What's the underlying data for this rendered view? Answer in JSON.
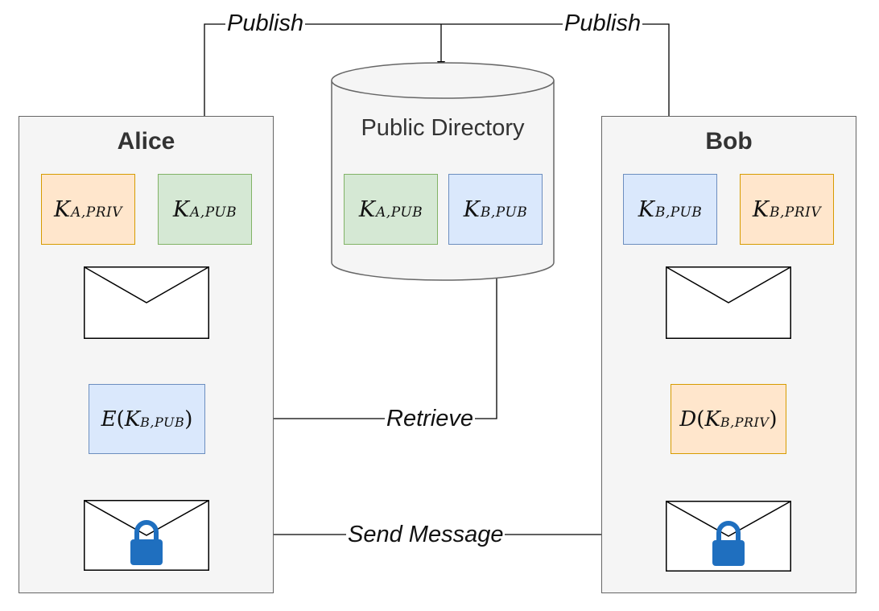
{
  "panels": {
    "alice": {
      "title": "Alice"
    },
    "bob": {
      "title": "Bob"
    }
  },
  "directory": {
    "label": "Public Directory"
  },
  "keys": {
    "k": "K",
    "alice_priv_sub": "A,PRIV",
    "alice_pub_sub": "A,PUB",
    "bob_pub_sub": "B,PUB",
    "bob_priv_sub": "B,PRIV"
  },
  "operations": {
    "encrypt_fn": "E",
    "encrypt_key": "K",
    "encrypt_sub": "B,PUB",
    "decrypt_fn": "D",
    "decrypt_key": "K",
    "decrypt_sub": "B,PRIV"
  },
  "edges": {
    "publish_left": "Publish",
    "publish_right": "Publish",
    "retrieve": "Retrieve",
    "send": "Send Message"
  },
  "icons": {
    "plain_message": "envelope-icon",
    "locked_message": "lock-icon"
  },
  "colors": {
    "private_key_fill": "#ffe6cc",
    "alice_public_key_fill": "#d5e8d4",
    "bob_public_key_fill": "#dae8fc",
    "panel_fill": "#f5f5f5",
    "lock": "#1f6fbf"
  }
}
